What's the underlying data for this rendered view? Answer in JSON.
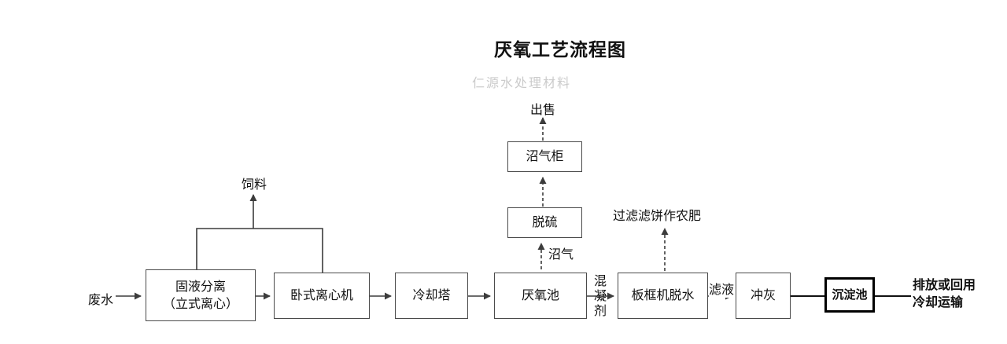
{
  "title": "厌氧工艺流程图",
  "watermark": "仁源水处理材料",
  "flow": {
    "wastewater": "废水",
    "separation_line1": "固液分离",
    "separation_line2": "（立式离心）",
    "horizontal_centrifuge": "卧式离心机",
    "cooling_tower": "冷却塔",
    "anaerobic_tank": "厌氧池",
    "coagulant": "混凝剂",
    "plate_frame_dewatering": "板框机脱水",
    "filtrate": "滤液",
    "ash_flushing": "冲灰",
    "sedimentation_tank": "沉淀池",
    "discharge_line1": "排放或回用",
    "discharge_line2": "冷却运输"
  },
  "branches": {
    "feed": "饲料",
    "biogas": "沼气",
    "desulfurization": "脱硫",
    "biogas_holder": "沼气柜",
    "sell": "出售",
    "filter_cake_label": "过滤滤饼作农肥"
  },
  "colors": {
    "line": "#3c3c3c",
    "box_border": "#4a4a4a",
    "thick_border": "#000000",
    "watermark": "#cbcbcb"
  }
}
